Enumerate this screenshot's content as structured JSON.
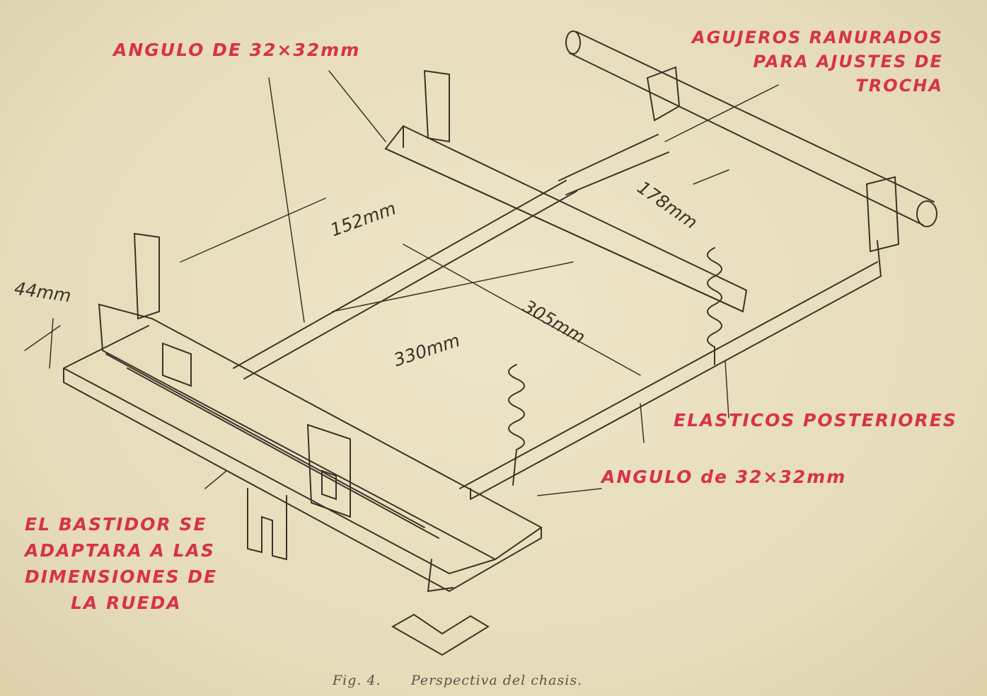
{
  "labels": {
    "angulo_top": "ANGULO DE 32×32mm",
    "agujeros": [
      "AGUJEROS RANURADOS",
      "PARA AJUSTES DE",
      "TROCHA"
    ],
    "elasticos": "ELASTICOS POSTERIORES",
    "angulo_bottom": "ANGULO de 32×32mm",
    "bastidor": [
      "EL BASTIDOR SE",
      "ADAPTARA A LAS",
      "DIMENSIONES DE",
      "LA RUEDA"
    ]
  },
  "dimensions": {
    "d152": "152mm",
    "d178": "178mm",
    "d44": "44mm",
    "d330": "330mm",
    "d305": "305mm"
  },
  "caption": {
    "fig": "Fig. 4.",
    "text": "Perspectiva del chasis."
  },
  "colors": {
    "label": "#d8324a",
    "ink": "#3a3428",
    "paper": "#e9e0c0"
  }
}
